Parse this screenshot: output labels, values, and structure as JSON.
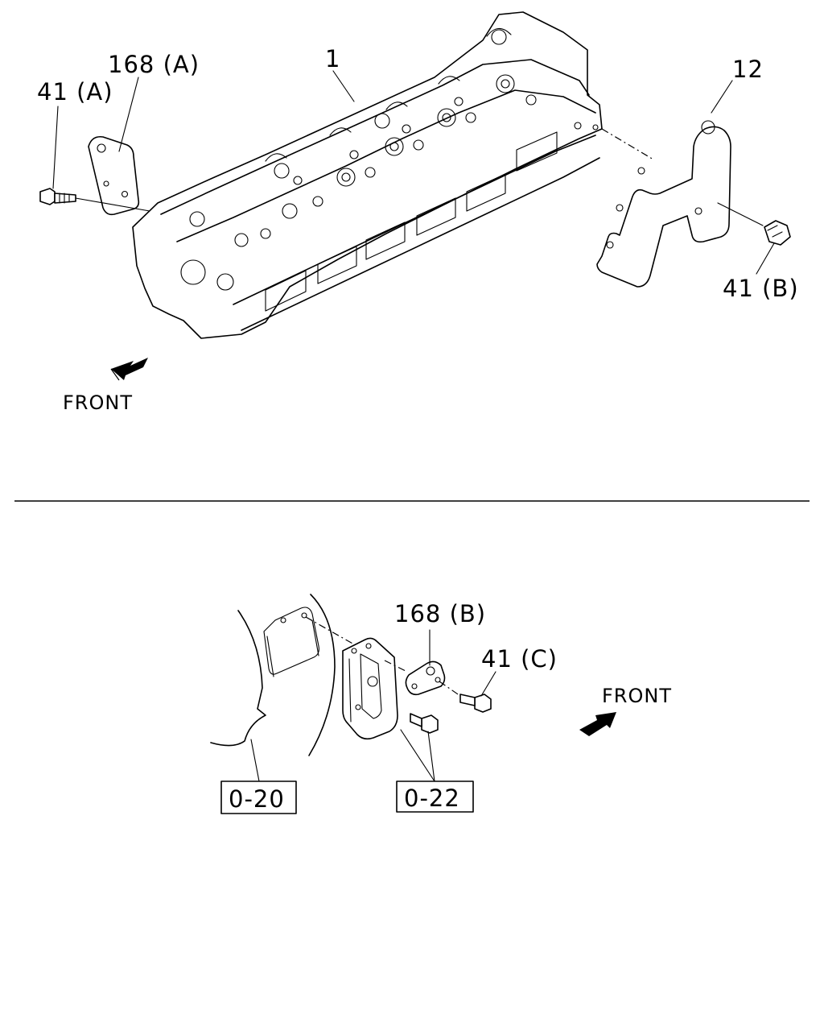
{
  "labels": {
    "p1": "1",
    "p12": "12",
    "p168a": "168 (A)",
    "p41a": "41 (A)",
    "p41b": "41 (B)",
    "p168b": "168 (B)",
    "p41c": "41 (C)",
    "front_top": "FRONT",
    "front_bottom": "FRONT",
    "ref_020": "0-20",
    "ref_022": "0-22"
  }
}
